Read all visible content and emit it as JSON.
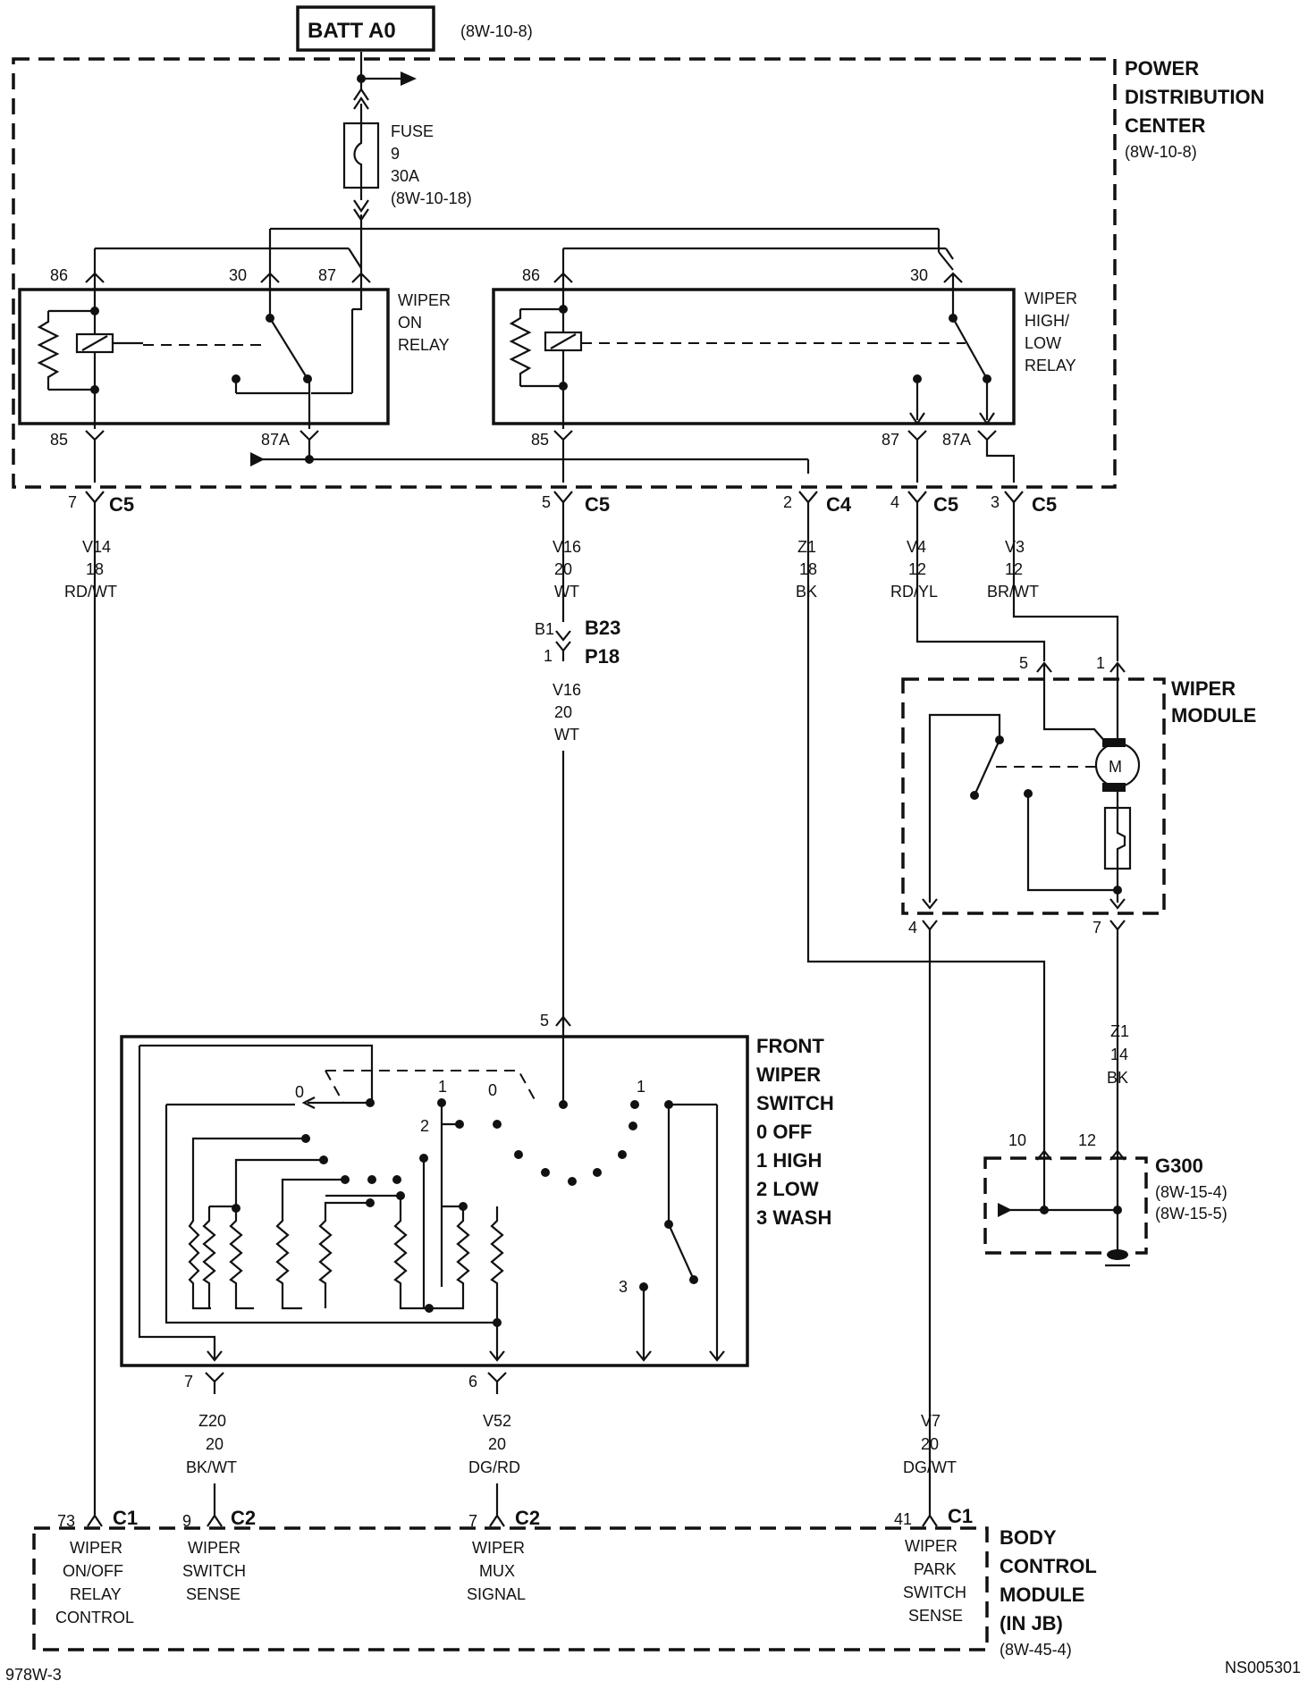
{
  "header": {
    "source": "BATT A0",
    "source_ref": "(8W-10-8)"
  },
  "pdc": {
    "title_1": "POWER",
    "title_2": "DISTRIBUTION",
    "title_3": "CENTER",
    "ref": "(8W-10-8)"
  },
  "fuse": {
    "label": "FUSE",
    "number": "9",
    "rating": "30A",
    "ref": "(8W-10-18)"
  },
  "relay_on": {
    "line1": "WIPER",
    "line2": "ON",
    "line3": "RELAY",
    "pin86": "86",
    "pin30": "30",
    "pin87": "87",
    "pin85": "85",
    "pin87a": "87A"
  },
  "relay_hl": {
    "line1": "WIPER",
    "line2": "HIGH/",
    "line3": "LOW",
    "line4": "RELAY",
    "pin86": "86",
    "pin30": "30",
    "pin85": "85",
    "pin87": "87",
    "pin87a": "87A"
  },
  "conn_top": [
    {
      "pin": "7",
      "name": "C5",
      "circuit": "V14",
      "gauge": "18",
      "color": "RD/WT"
    },
    {
      "pin": "5",
      "name": "C5",
      "circuit": "V16",
      "gauge": "20",
      "color": "WT"
    },
    {
      "pin": "2",
      "name": "C4",
      "circuit": "Z1",
      "gauge": "18",
      "color": "BK"
    },
    {
      "pin": "4",
      "name": "C5",
      "circuit": "V4",
      "gauge": "12",
      "color": "RD/YL"
    },
    {
      "pin": "3",
      "name": "C5",
      "circuit": "V3",
      "gauge": "12",
      "color": "BR/WT"
    }
  ],
  "inline": {
    "pin_b": "B1",
    "name_b": "B23",
    "pin_p": "1",
    "name_p": "P18",
    "circuit": "V16",
    "gauge": "20",
    "color": "WT"
  },
  "wiper_module": {
    "title_1": "WIPER",
    "title_2": "MODULE",
    "pin5": "5",
    "pin1": "1",
    "pin4": "4",
    "pin7": "7",
    "motor": "M"
  },
  "ground_wire": {
    "circuit": "Z1",
    "gauge": "14",
    "color": "BK"
  },
  "g300": {
    "name": "G300",
    "ref1": "(8W-15-4)",
    "ref2": "(8W-15-5)",
    "pin10": "10",
    "pin12": "12"
  },
  "switch": {
    "title_1": "FRONT",
    "title_2": "WIPER",
    "title_3": "SWITCH",
    "legend": [
      "0 OFF",
      "1 HIGH",
      "2 LOW",
      "3 WASH"
    ],
    "pin_in": "5",
    "pos0a": "0",
    "pos1a": "1",
    "pos2": "2",
    "pos0b": "0",
    "pos1b": "1",
    "pos3": "3",
    "pin7": "7",
    "pin6": "6"
  },
  "wires_bottom": [
    {
      "circuit": "Z20",
      "gauge": "20",
      "color": "BK/WT"
    },
    {
      "circuit": "V52",
      "gauge": "20",
      "color": "DG/RD"
    },
    {
      "circuit": "V7",
      "gauge": "20",
      "color": "DG/WT"
    }
  ],
  "bcm": {
    "title_1": "BODY",
    "title_2": "CONTROL",
    "title_3": "MODULE",
    "title_4": "(IN JB)",
    "ref": "(8W-45-4)",
    "pins": [
      {
        "pin": "73",
        "name": "C1",
        "l1": "WIPER",
        "l2": "ON/OFF",
        "l3": "RELAY",
        "l4": "CONTROL"
      },
      {
        "pin": "9",
        "name": "C2",
        "l1": "WIPER",
        "l2": "SWITCH",
        "l3": "SENSE",
        "l4": ""
      },
      {
        "pin": "7",
        "name": "C2",
        "l1": "WIPER",
        "l2": "MUX",
        "l3": "SIGNAL",
        "l4": ""
      },
      {
        "pin": "41",
        "name": "C1",
        "l1": "WIPER",
        "l2": "PARK",
        "l3": "SWITCH",
        "l4": "SENSE"
      }
    ]
  },
  "footer": {
    "left": "978W-3",
    "right": "NS005301"
  }
}
